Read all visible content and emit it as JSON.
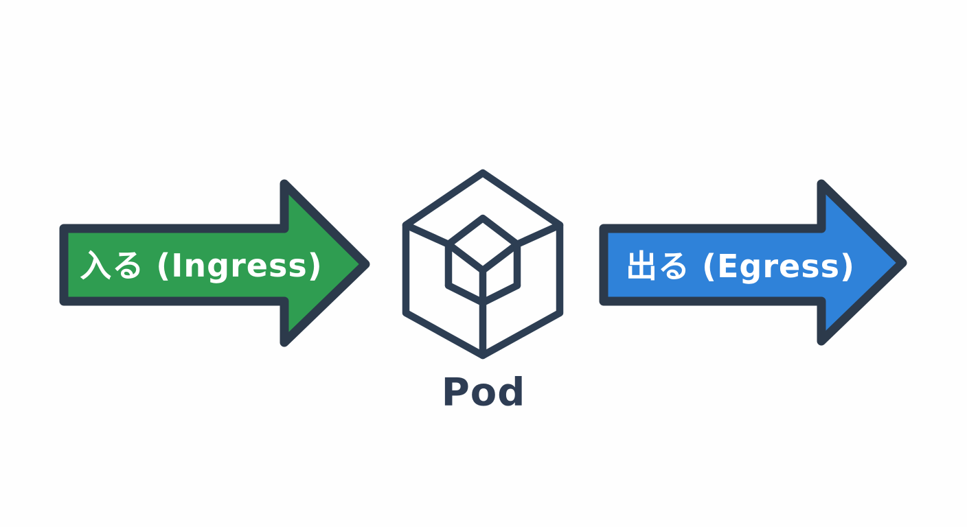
{
  "diagram": {
    "background_color": "#fefefe",
    "ingress_arrow": {
      "label": "入る (Ingress)",
      "fill_color": "#2f9d51",
      "outline_color": "#2c3a4b",
      "text_color": "#ffffff",
      "direction": "right"
    },
    "pod": {
      "label": "Pod",
      "icon": "cube-icon",
      "stroke_color": "#2d3e53",
      "label_color": "#2e3d54"
    },
    "egress_arrow": {
      "label": "出る (Egress)",
      "fill_color": "#2f82d9",
      "outline_color": "#2c3a4b",
      "text_color": "#ffffff",
      "direction": "right"
    }
  }
}
